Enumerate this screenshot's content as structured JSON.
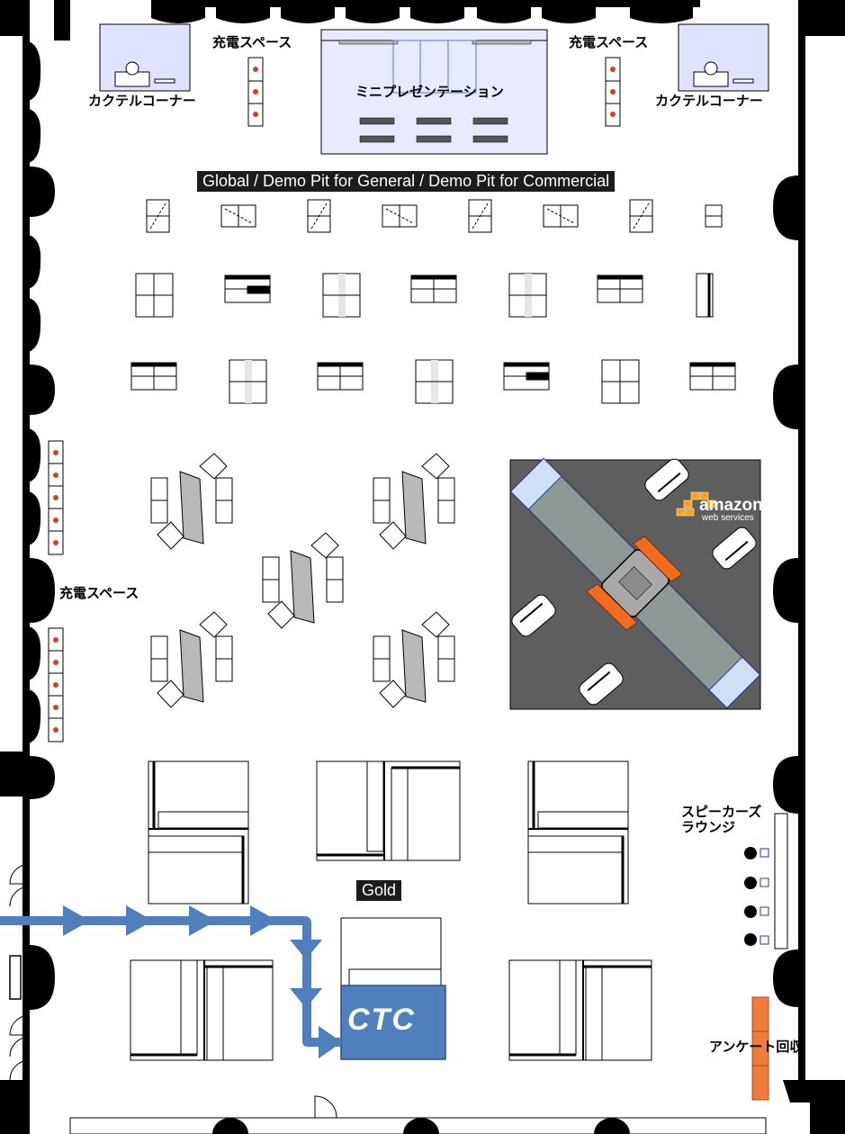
{
  "labels": {
    "charging_top_left": "充電スペース",
    "charging_top_right": "充電スペース",
    "charging_left": "充電スペース",
    "cocktail_left": "カクテルコーナー",
    "cocktail_right": "カクテルコーナー",
    "mini_presentation": "ミニプレゼンテーション",
    "global_banner": "Global / Demo Pit for General / Demo Pit for Commercial",
    "gold_banner": "Gold",
    "speakers_lounge_line1": "スピーカーズ",
    "speakers_lounge_line2": "ラウンジ",
    "survey_collection": "アンケート回収"
  },
  "sponsors": {
    "aws_name": "amazon",
    "aws_sub": "web services",
    "ctc_logo": "CTC"
  },
  "colors": {
    "route_arrow": "#4f7fbd",
    "ctc_booth": "#4f7fbd",
    "aws_floor": "#5e5e5e",
    "survey_box": "#f07c3c",
    "stage": "#e8eaff",
    "cocktail": "#dfe3ff",
    "banner_bg": "#1c1c1c"
  },
  "icons": [
    "route-arrow-icon",
    "charging-outlet-icon",
    "door-arc-icon",
    "pillar-icon"
  ]
}
